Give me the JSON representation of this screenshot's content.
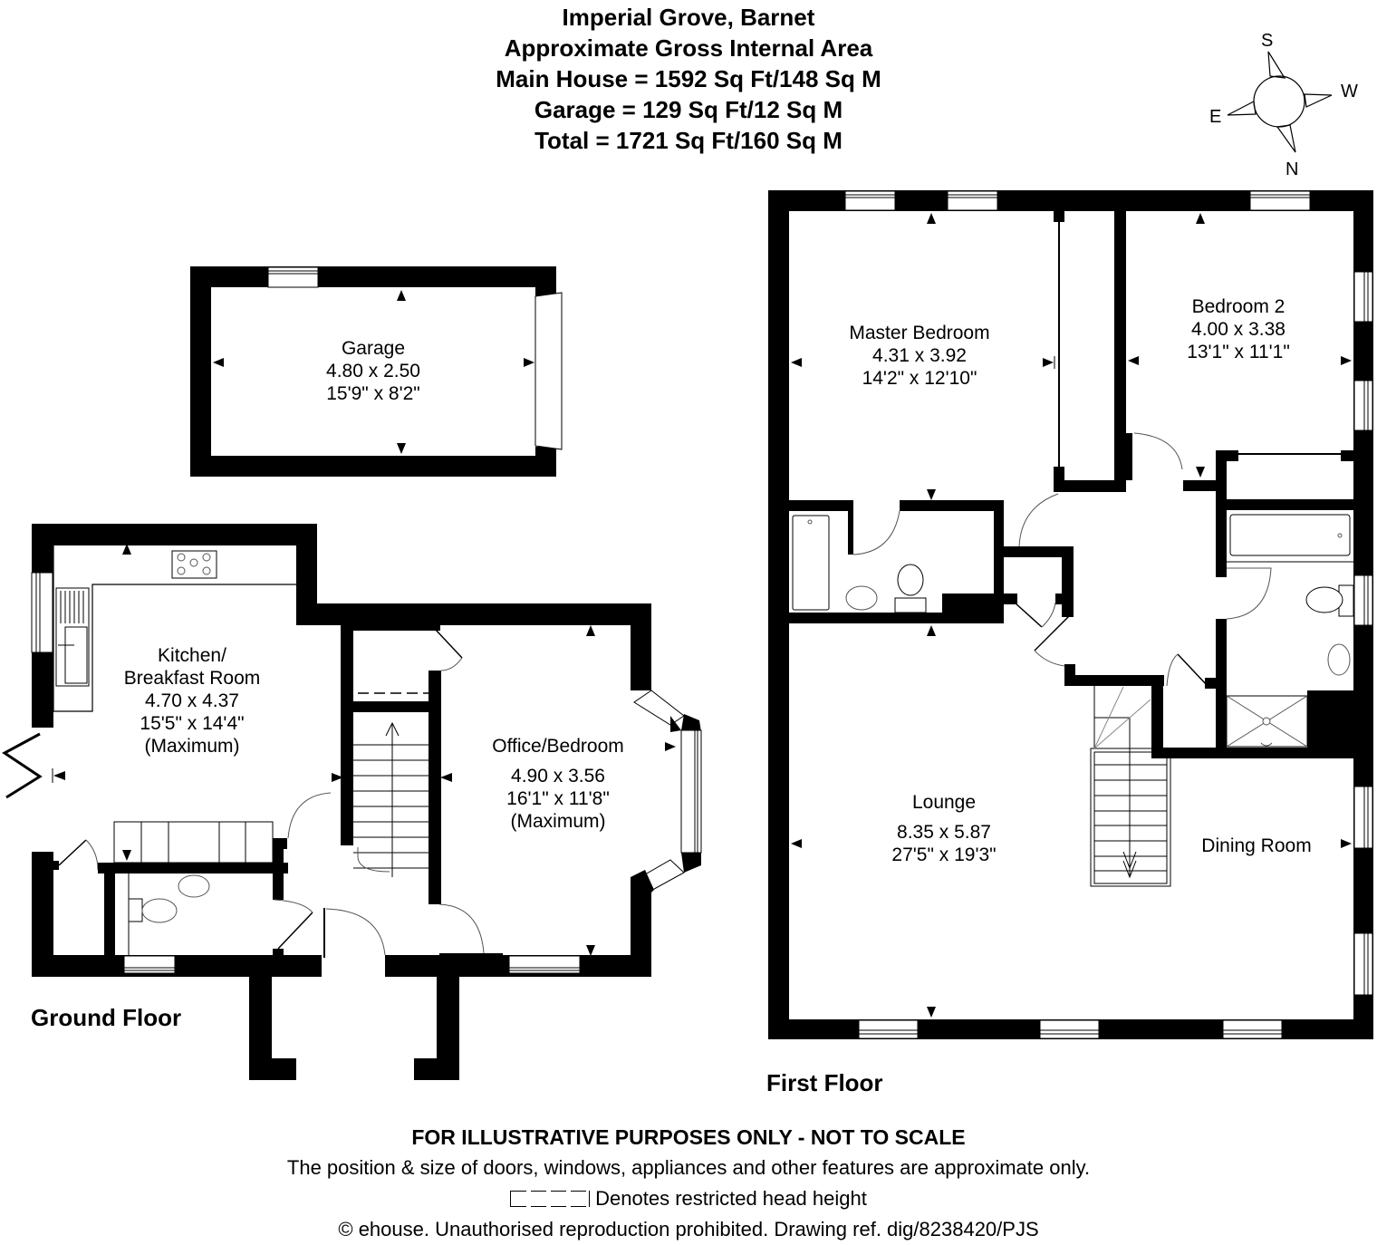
{
  "header": {
    "title": "Imperial Grove, Barnet",
    "subtitle": "Approximate Gross Internal Area",
    "main_house_area": "Main House = 1592 Sq Ft/148 Sq M",
    "garage_area": "Garage = 129 Sq Ft/12 Sq M",
    "total_area": "Total = 1721 Sq Ft/160 Sq M"
  },
  "compass": {
    "top": "S",
    "right": "W",
    "left": "E",
    "bottom": "N"
  },
  "floors": {
    "ground": {
      "label": "Ground Floor"
    },
    "first": {
      "label": "First Floor"
    }
  },
  "rooms": {
    "garage": {
      "name": "Garage",
      "metric": "4.80 x 2.50",
      "imperial": "15'9\" x 8'2\""
    },
    "kitchen": {
      "name_line1": "Kitchen/",
      "name_line2": "Breakfast Room",
      "metric": "4.70 x 4.37",
      "imperial": "15'5\" x 14'4\"",
      "note": "(Maximum)"
    },
    "office": {
      "name": "Office/Bedroom",
      "metric": "4.90 x 3.56",
      "imperial": "16'1\" x 11'8\"",
      "note": "(Maximum)"
    },
    "master_bedroom": {
      "name": "Master Bedroom",
      "metric": "4.31 x 3.92",
      "imperial": "14'2\" x 12'10\""
    },
    "bedroom2": {
      "name": "Bedroom 2",
      "metric": "4.00 x 3.38",
      "imperial": "13'1\" x 11'1\""
    },
    "lounge": {
      "name": "Lounge",
      "metric": "8.35 x 5.87",
      "imperial": "27'5\" x 19'3\""
    },
    "dining": {
      "name": "Dining Room"
    }
  },
  "footer": {
    "disclaimer_title": "FOR ILLUSTRATIVE PURPOSES ONLY - NOT TO SCALE",
    "disclaimer_text": "The position & size of doors, windows, appliances and other features are approximate only.",
    "legend_text": "Denotes restricted head height",
    "copyright": "© ehouse. Unauthorised reproduction prohibited. Drawing ref. dig/8238420/PJS"
  }
}
